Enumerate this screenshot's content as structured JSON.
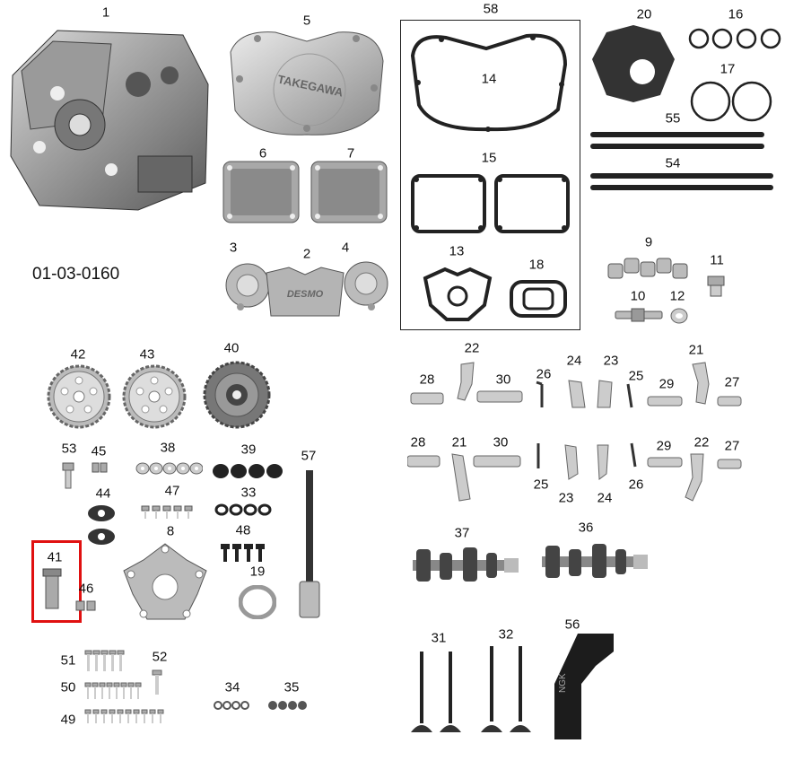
{
  "catalog_code": "01-03-0160",
  "brand_text": "TAKEGAWA",
  "desmo_text": "DESMO",
  "cap_text": "NGK",
  "highlight_part": "41",
  "labels": {
    "p1": "1",
    "p2": "2",
    "p3": "3",
    "p4": "4",
    "p5": "5",
    "p6": "6",
    "p7": "7",
    "p8": "8",
    "p9": "9",
    "p10": "10",
    "p11": "11",
    "p12": "12",
    "p13": "13",
    "p14": "14",
    "p15": "15",
    "p16": "16",
    "p17": "17",
    "p18": "18",
    "p19": "19",
    "p20": "20",
    "p21a": "21",
    "p21b": "21",
    "p22a": "22",
    "p22b": "22",
    "p23a": "23",
    "p23b": "23",
    "p24a": "24",
    "p24b": "24",
    "p25a": "25",
    "p25b": "25",
    "p26a": "26",
    "p26b": "26",
    "p27a": "27",
    "p27b": "27",
    "p28a": "28",
    "p28b": "28",
    "p29a": "29",
    "p29b": "29",
    "p30a": "30",
    "p30b": "30",
    "p31": "31",
    "p32": "32",
    "p33": "33",
    "p34": "34",
    "p35": "35",
    "p36": "36",
    "p37": "37",
    "p38": "38",
    "p39": "39",
    "p40": "40",
    "p41": "41",
    "p42": "42",
    "p43": "43",
    "p44": "44",
    "p45": "45",
    "p46": "46",
    "p47": "47",
    "p48": "48",
    "p49": "49",
    "p50": "50",
    "p51": "51",
    "p52": "52",
    "p53": "53",
    "p54": "54",
    "p55": "55",
    "p56": "56",
    "p57": "57",
    "p58": "58"
  }
}
